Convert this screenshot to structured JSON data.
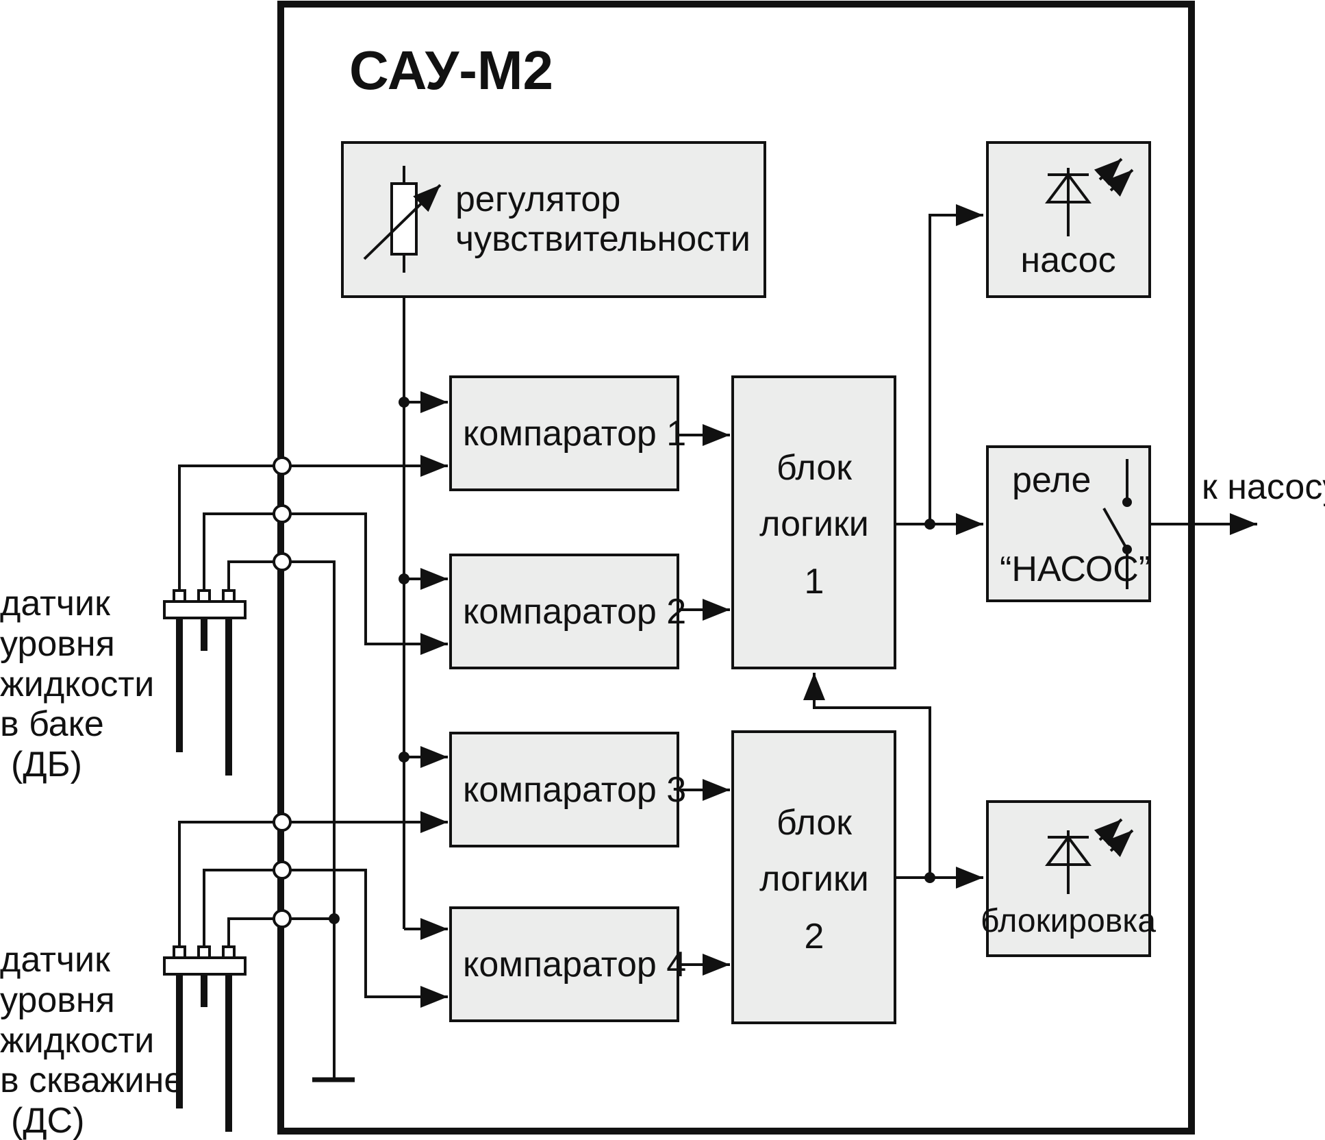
{
  "title": "САУ-М2",
  "regulator": {
    "line1": "регулятор",
    "line2": "чувствительности"
  },
  "comparators": [
    "компаратор 1",
    "компаратор 2",
    "компаратор 3",
    "компаратор 4"
  ],
  "logic1": {
    "line1": "блок",
    "line2": "логики",
    "line3": "1"
  },
  "logic2": {
    "line1": "блок",
    "line2": "логики",
    "line3": "2"
  },
  "pump_indicator": "насос",
  "relay": {
    "line1": "реле",
    "line2": "“НАСОС”"
  },
  "block_indicator": "блокировка",
  "output_label": "к насосу",
  "sensor_tank": {
    "line1": "датчик",
    "line2": "уровня",
    "line3": "жидкости",
    "line4": "в баке",
    "line5": "(ДБ)"
  },
  "sensor_well": {
    "line1": "датчик",
    "line2": "уровня",
    "line3": "жидкости",
    "line4": "в скважине",
    "line5": "(ДС)"
  }
}
